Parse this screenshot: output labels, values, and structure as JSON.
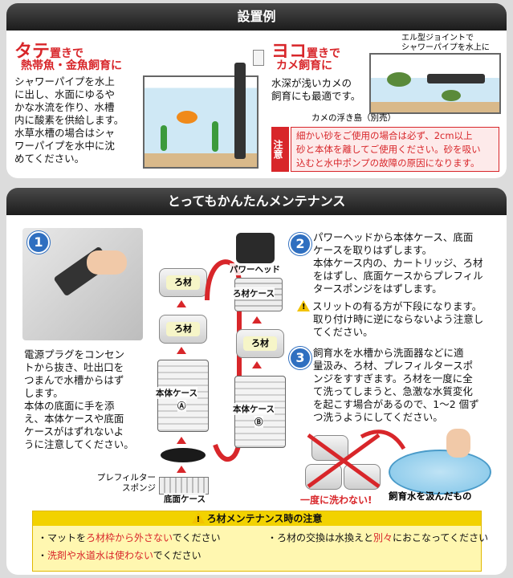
{
  "setup": {
    "header": "設置例",
    "vertical": {
      "title_a": "タテ",
      "title_b": "置きで",
      "subtitle": "熱帯魚・金魚飼育に",
      "body": [
        "シャワーパイプを水上",
        "に出し、水面にゆるや",
        "かな水流を作り、水槽",
        "内に酸素を供給します。",
        "水草水槽の場合はシャ",
        "ワーパイプを水中に沈",
        "めてください。"
      ]
    },
    "horizontal": {
      "title_a": "ヨコ",
      "title_b": "置きで",
      "subtitle": "カメ飼育に",
      "body": [
        "水深が浅いカメの",
        "飼育にも最適です。"
      ],
      "joint_label": [
        "エル型ジョイントで",
        "シャワーパイプを水上に"
      ],
      "island_label": "カメの浮き島（別売）"
    },
    "caution": {
      "tag": "注意",
      "lines": [
        "細かい砂をご使用の場合は必ず、2cm以上",
        "砂と本体を離してご使用ください。砂を吸い",
        "込むと水中ポンプの故障の原因になります。"
      ]
    }
  },
  "maint": {
    "header": "とってもかんたんメンテナンス",
    "step1": {
      "num": "1",
      "lines": [
        "電源プラグをコンセン",
        "トから抜き、吐出口を",
        "つまんで水槽からはず",
        "します。",
        "本体の底面に手を添",
        "え、本体ケースや底面",
        "ケースがはずれないよ",
        "うに注意してください。"
      ]
    },
    "step2": {
      "num": "2",
      "lines": [
        "パワーヘッドから本体ケース、底面",
        "ケースを取りはずします。",
        "本体ケース内の、カートリッジ、ろ材",
        "をはずし、底面ケースからプレフィル",
        "タースポンジをはずします。"
      ],
      "note": [
        "スリットの有る方が下段になります。",
        "取り付け時に逆にならないよう注意し",
        "てください。"
      ]
    },
    "step3": {
      "num": "3",
      "lines": [
        "飼育水を水槽から洗面器などに適",
        "量汲み、ろ材、プレフィルタースポ",
        "ンジをすすぎます。ろ材を一度に全",
        "て洗ってしまうと、急激な水質変化",
        "を起こす場合があるので、1〜2 個ず",
        "つ洗うようにしてください。"
      ]
    },
    "parts": {
      "media": "ろ材",
      "body_case": "本体ケース",
      "mark_a": "Ⓐ",
      "mark_b": "Ⓑ",
      "prefilter": [
        "プレフィルター",
        "スポンジ"
      ],
      "bottom_case": "底面ケース",
      "power_head": "パワーヘッド",
      "media_case": "ろ材ケース"
    },
    "wash": {
      "no_all": "一度に洗わない!",
      "use_tank_water": "飼育水を汲んだもの"
    },
    "notes": {
      "title": "ろ材メンテナンス時の注意",
      "l1a": "・マットを",
      "l1b": "ろ材枠から外さない",
      "l1c": "でください",
      "l2a": "・ろ材の交換は水換えと",
      "l2b": "別々",
      "l2c": "におこなってください",
      "l3a": "・",
      "l3b": "洗剤や水道水は使わない",
      "l3c": "でください"
    }
  }
}
